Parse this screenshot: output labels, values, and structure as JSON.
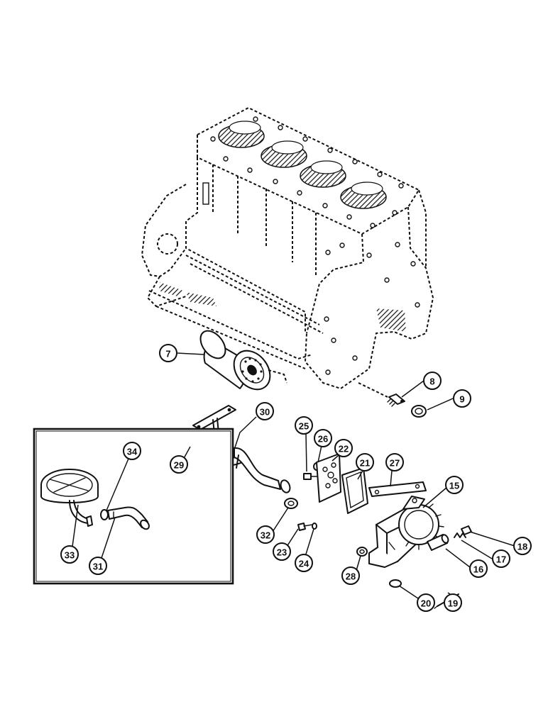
{
  "callouts": [
    {
      "id": "7",
      "label": "7"
    },
    {
      "id": "8",
      "label": "8"
    },
    {
      "id": "9",
      "label": "9"
    },
    {
      "id": "30",
      "label": "30"
    },
    {
      "id": "29",
      "label": "29"
    },
    {
      "id": "25",
      "label": "25"
    },
    {
      "id": "26",
      "label": "26"
    },
    {
      "id": "22",
      "label": "22"
    },
    {
      "id": "21",
      "label": "21"
    },
    {
      "id": "27",
      "label": "27"
    },
    {
      "id": "15",
      "label": "15"
    },
    {
      "id": "34",
      "label": "34"
    },
    {
      "id": "33",
      "label": "33"
    },
    {
      "id": "31",
      "label": "31"
    },
    {
      "id": "32",
      "label": "32"
    },
    {
      "id": "23",
      "label": "23"
    },
    {
      "id": "24",
      "label": "24"
    },
    {
      "id": "28",
      "label": "28"
    },
    {
      "id": "18",
      "label": "18"
    },
    {
      "id": "17",
      "label": "17"
    },
    {
      "id": "16",
      "label": "16"
    },
    {
      "id": "19",
      "label": "19"
    },
    {
      "id": "20",
      "label": "20"
    }
  ]
}
